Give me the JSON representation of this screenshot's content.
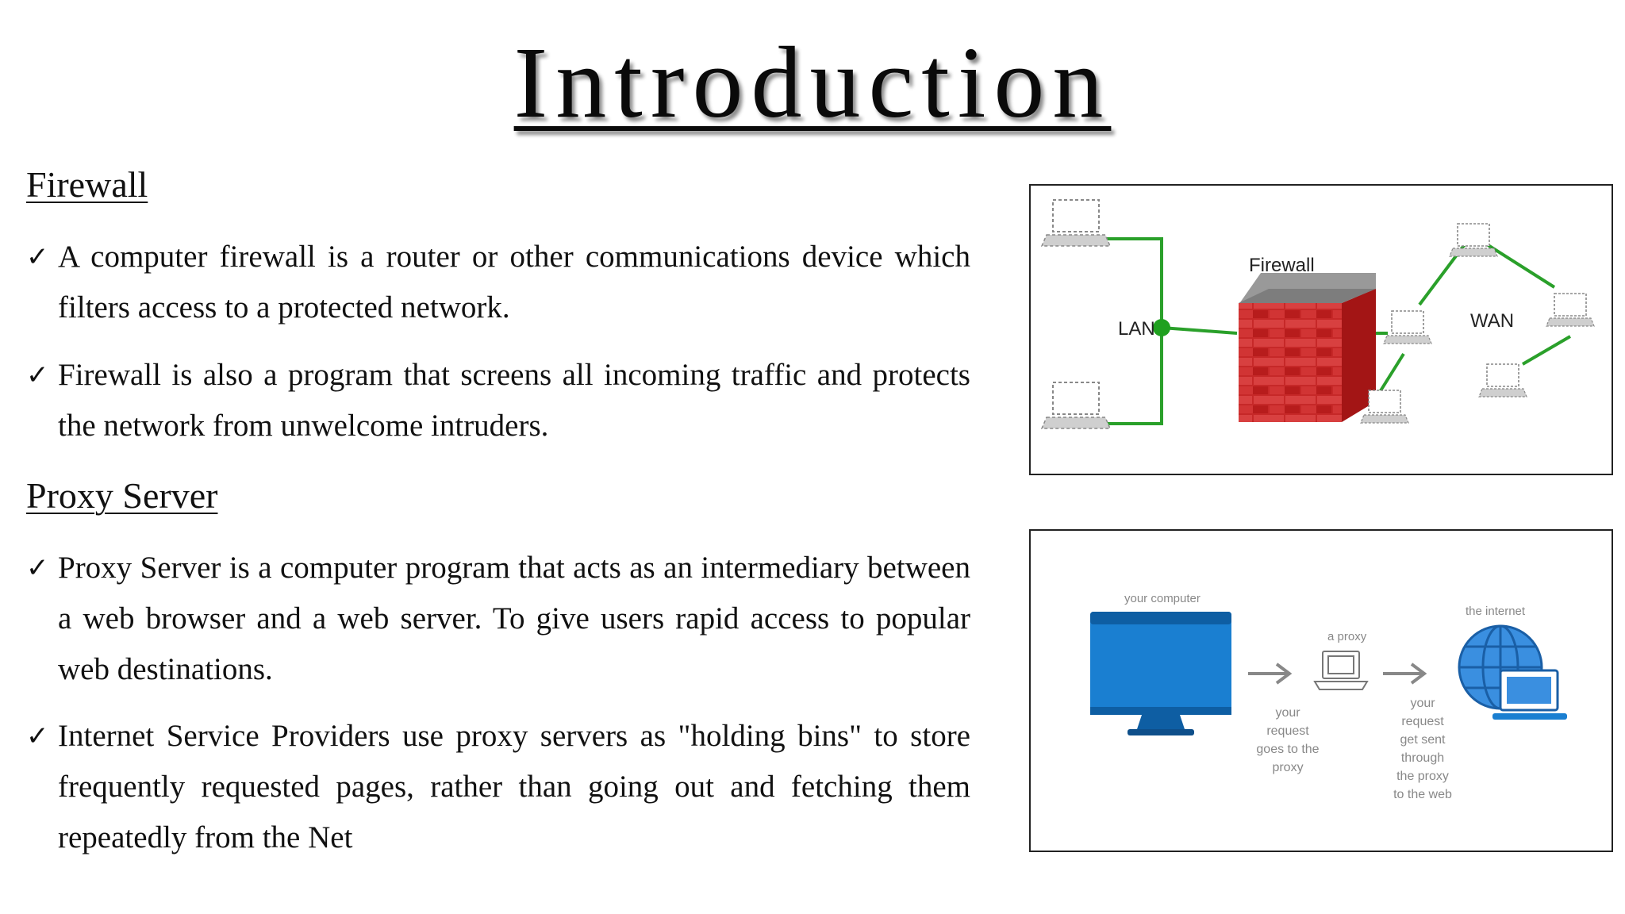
{
  "title": "Introduction",
  "sections": [
    {
      "heading": "Firewall",
      "bullets": [
        "A computer firewall is a router or other communications device which filters access to a protected network.",
        "Firewall is also a program that screens all incoming traffic and protects the network from unwelcome intruders."
      ]
    },
    {
      "heading": "Proxy Server",
      "bullets": [
        "Proxy Server is a computer program that acts as an intermediary between a web browser and a web server. To give users rapid access to popular web destinations.",
        "Internet Service Providers use proxy servers as \"holding bins\" to store frequently requested pages, rather than going out and fetching them repeatedly from the Net"
      ]
    }
  ],
  "firewall_diagram": {
    "lan_label": "LAN",
    "wan_label": "WAN",
    "firewall_label": "Firewall",
    "colors": {
      "link": "#2aa02a",
      "brick": "#c62828",
      "wall_top": "#8a8a8a"
    }
  },
  "proxy_diagram": {
    "computer_label": "your computer",
    "proxy_label": "a proxy",
    "internet_label": "the internet",
    "step1_lines": [
      "your",
      "request",
      "goes to the",
      "proxy"
    ],
    "step2_lines": [
      "your",
      "request",
      "get sent",
      "through",
      "the proxy",
      "to the web"
    ],
    "colors": {
      "monitor": "#1a7fd1",
      "arrow": "#888888",
      "globe": "#2a7fd4"
    }
  }
}
